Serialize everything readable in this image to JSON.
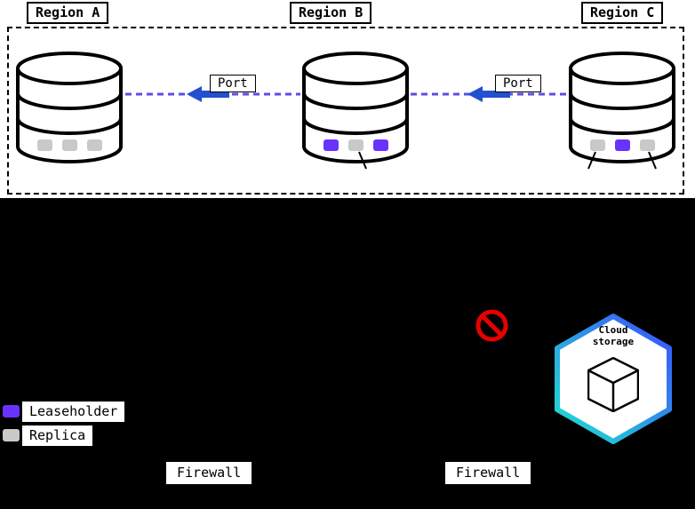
{
  "regions": [
    {
      "label": "Region A"
    },
    {
      "label": "Region B"
    },
    {
      "label": "Region C"
    }
  ],
  "ports": [
    {
      "label": "Port"
    },
    {
      "label": "Port"
    }
  ],
  "databases": [
    {
      "region": "Region A",
      "slots": [
        "replica",
        "replica",
        "replica"
      ]
    },
    {
      "region": "Region B",
      "slots": [
        "leaseholder",
        "replica",
        "leaseholder"
      ]
    },
    {
      "region": "Region C",
      "slots": [
        "replica",
        "leaseholder",
        "replica"
      ]
    }
  ],
  "legend": [
    {
      "key": "leaseholder",
      "label": "Leaseholder"
    },
    {
      "key": "replica",
      "label": "Replica"
    }
  ],
  "firewalls": [
    {
      "label": "Firewall"
    },
    {
      "label": "Firewall"
    }
  ],
  "cloud_storage": {
    "label": [
      "Cloud",
      "storage"
    ]
  },
  "colors": {
    "leaseholder": "#6933ff",
    "replica": "#c9c9c9",
    "replication_link": "#5b4ee6",
    "arrow": "#2250d0",
    "no_access": "#e60000",
    "hex_border_start": "#1ee3cf",
    "hex_border_end": "#3b4eff",
    "background": "#000000",
    "panel": "#ffffff"
  }
}
